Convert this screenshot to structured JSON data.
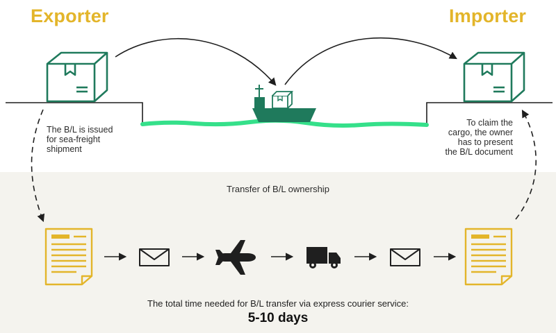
{
  "exporter": {
    "title": "Exporter",
    "note_lines": [
      "The B/L is issued",
      "for sea-freight",
      "shipment"
    ]
  },
  "importer": {
    "title": "Importer",
    "note_lines": [
      "To claim the",
      "cargo, the owner",
      "has to present",
      "the B/L document"
    ]
  },
  "transfer_label": "Transfer of B/L ownership",
  "total": {
    "text": "The total time needed for B/L transfer via express courier service:",
    "days": "5-10 days"
  },
  "transfer_steps": [
    "document-icon",
    "envelope-icon",
    "airplane-icon",
    "truck-icon",
    "envelope-icon",
    "document-icon"
  ],
  "colors": {
    "heading": "#e3b52a",
    "box": "#1f7a5c",
    "sea": "#35e08a",
    "document": "#e3b52a",
    "ink": "#1f1f1f"
  }
}
